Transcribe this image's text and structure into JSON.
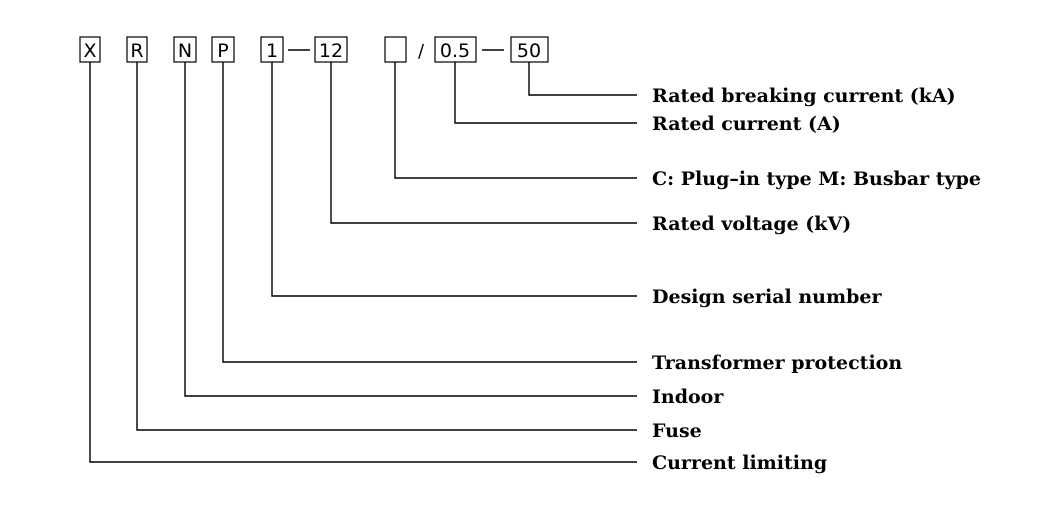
{
  "code_boxes": [
    {
      "id": "x",
      "text": "X"
    },
    {
      "id": "r",
      "text": "R"
    },
    {
      "id": "n",
      "text": "N"
    },
    {
      "id": "p",
      "text": "P"
    },
    {
      "id": "one",
      "text": "1"
    },
    {
      "id": "twelve",
      "text": "12"
    },
    {
      "id": "blank",
      "text": ""
    },
    {
      "id": "zero-five",
      "text": "0.5"
    },
    {
      "id": "fifty",
      "text": "50"
    }
  ],
  "separators": {
    "slash": "/"
  },
  "labels": {
    "rated_breaking_current": "Rated breaking current (kA)",
    "rated_current": "Rated current (A)",
    "plug_in_busbar": "C: Plug–in type  M: Busbar type",
    "rated_voltage": "Rated voltage (kV)",
    "design_serial_number": "Design serial number",
    "transformer_protection": "Transformer protection",
    "indoor": "Indoor",
    "fuse": "Fuse",
    "current_limiting": "Current limiting"
  }
}
